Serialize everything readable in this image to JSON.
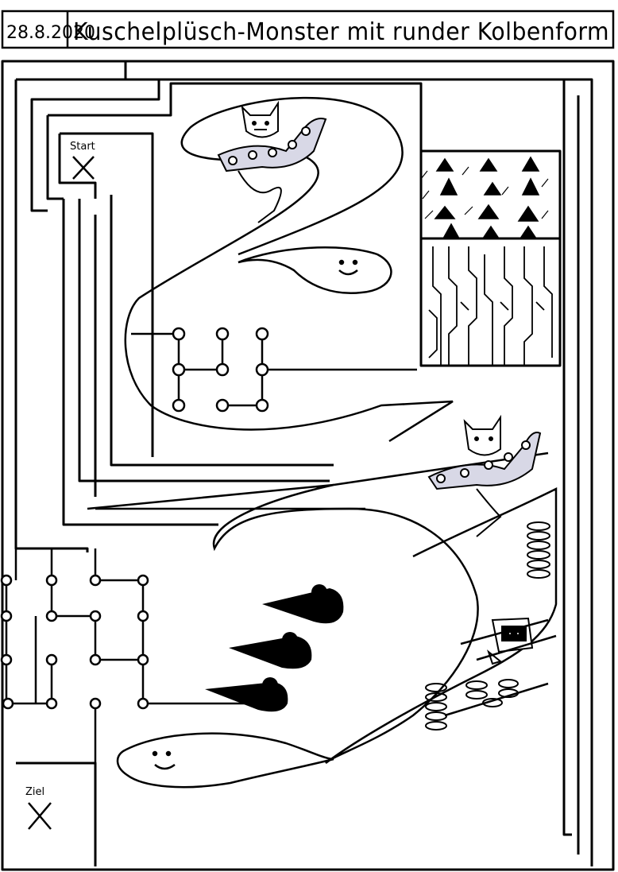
{
  "header": {
    "date": "28.8.2020",
    "title": "Kuschelplüsch-Monster mit runder Kolbenform"
  },
  "maze": {
    "start_label": "Start",
    "goal_label": "Ziel"
  },
  "colors": {
    "ink": "#000000",
    "paper": "#ffffff",
    "scarf_shading": "#6e6e8a"
  },
  "icons": [
    "monster-scarf-icon",
    "blob-face-icon",
    "spring-coil-icon",
    "robot-box-icon",
    "bird-beak-icon",
    "tree-icon"
  ]
}
